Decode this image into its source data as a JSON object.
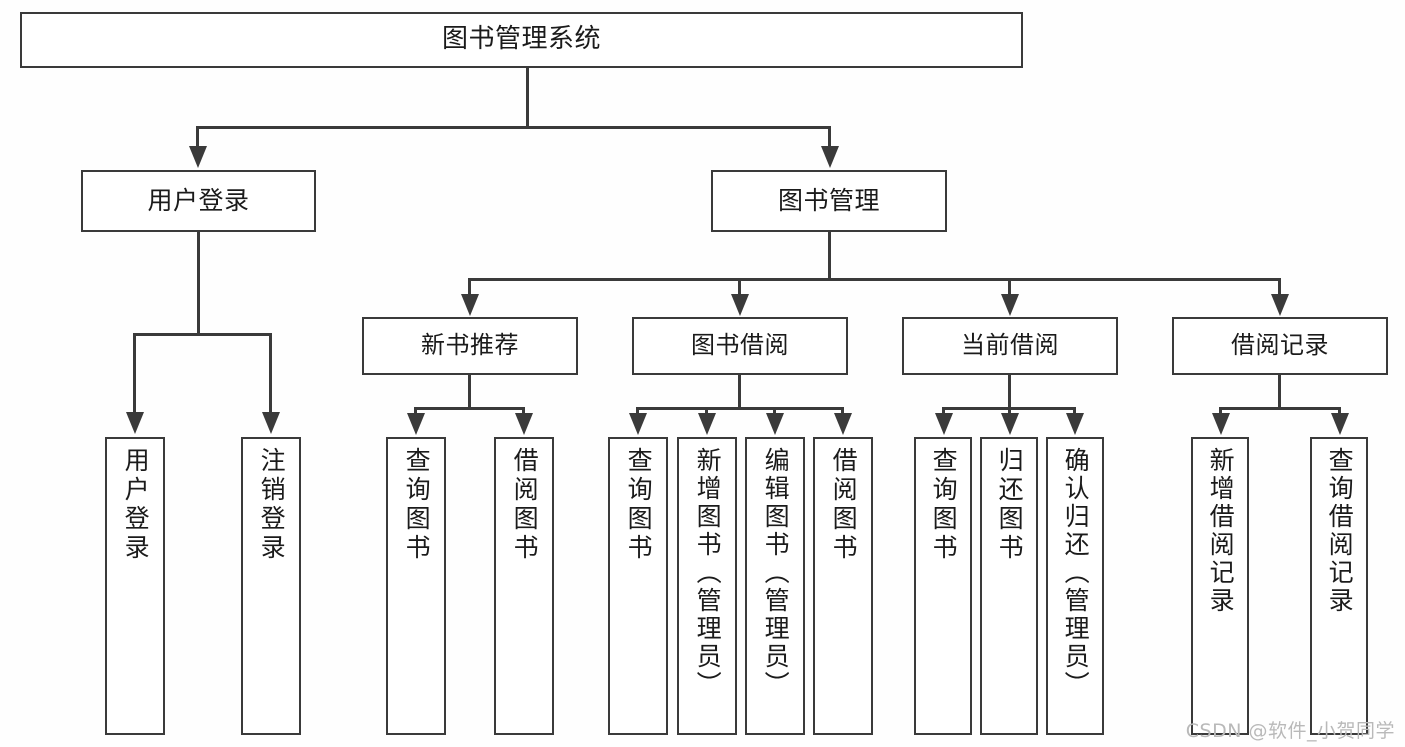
{
  "diagram": {
    "type": "tree",
    "title": "图书管理系统",
    "root": {
      "label": "图书管理系统"
    },
    "level2": [
      {
        "label": "用户登录"
      },
      {
        "label": "图书管理"
      }
    ],
    "level3": [
      {
        "label": "新书推荐"
      },
      {
        "label": "图书借阅"
      },
      {
        "label": "当前借阅"
      },
      {
        "label": "借阅记录"
      }
    ],
    "leaves": {
      "user_login": [
        {
          "label": "用户登录"
        },
        {
          "label": "注销登录"
        }
      ],
      "new_book": [
        {
          "label": "查询图书"
        },
        {
          "label": "借阅图书"
        }
      ],
      "book_borrow": [
        {
          "label": "查询图书"
        },
        {
          "label": "新增图书（管理员）"
        },
        {
          "label": "编辑图书（管理员）"
        },
        {
          "label": "借阅图书"
        }
      ],
      "current_borrow": [
        {
          "label": "查询图书"
        },
        {
          "label": "归还图书"
        },
        {
          "label": "确认归还（管理员）"
        }
      ],
      "borrow_record": [
        {
          "label": "新增借阅记录"
        },
        {
          "label": "查询借阅记录"
        }
      ]
    }
  },
  "watermark": {
    "text": "CSDN @软件_小贺同学"
  },
  "colors": {
    "stroke": "#3a3a3a",
    "fill": "#ffffff",
    "text": "#1b1b1b",
    "watermark": "#b9b9b9"
  }
}
